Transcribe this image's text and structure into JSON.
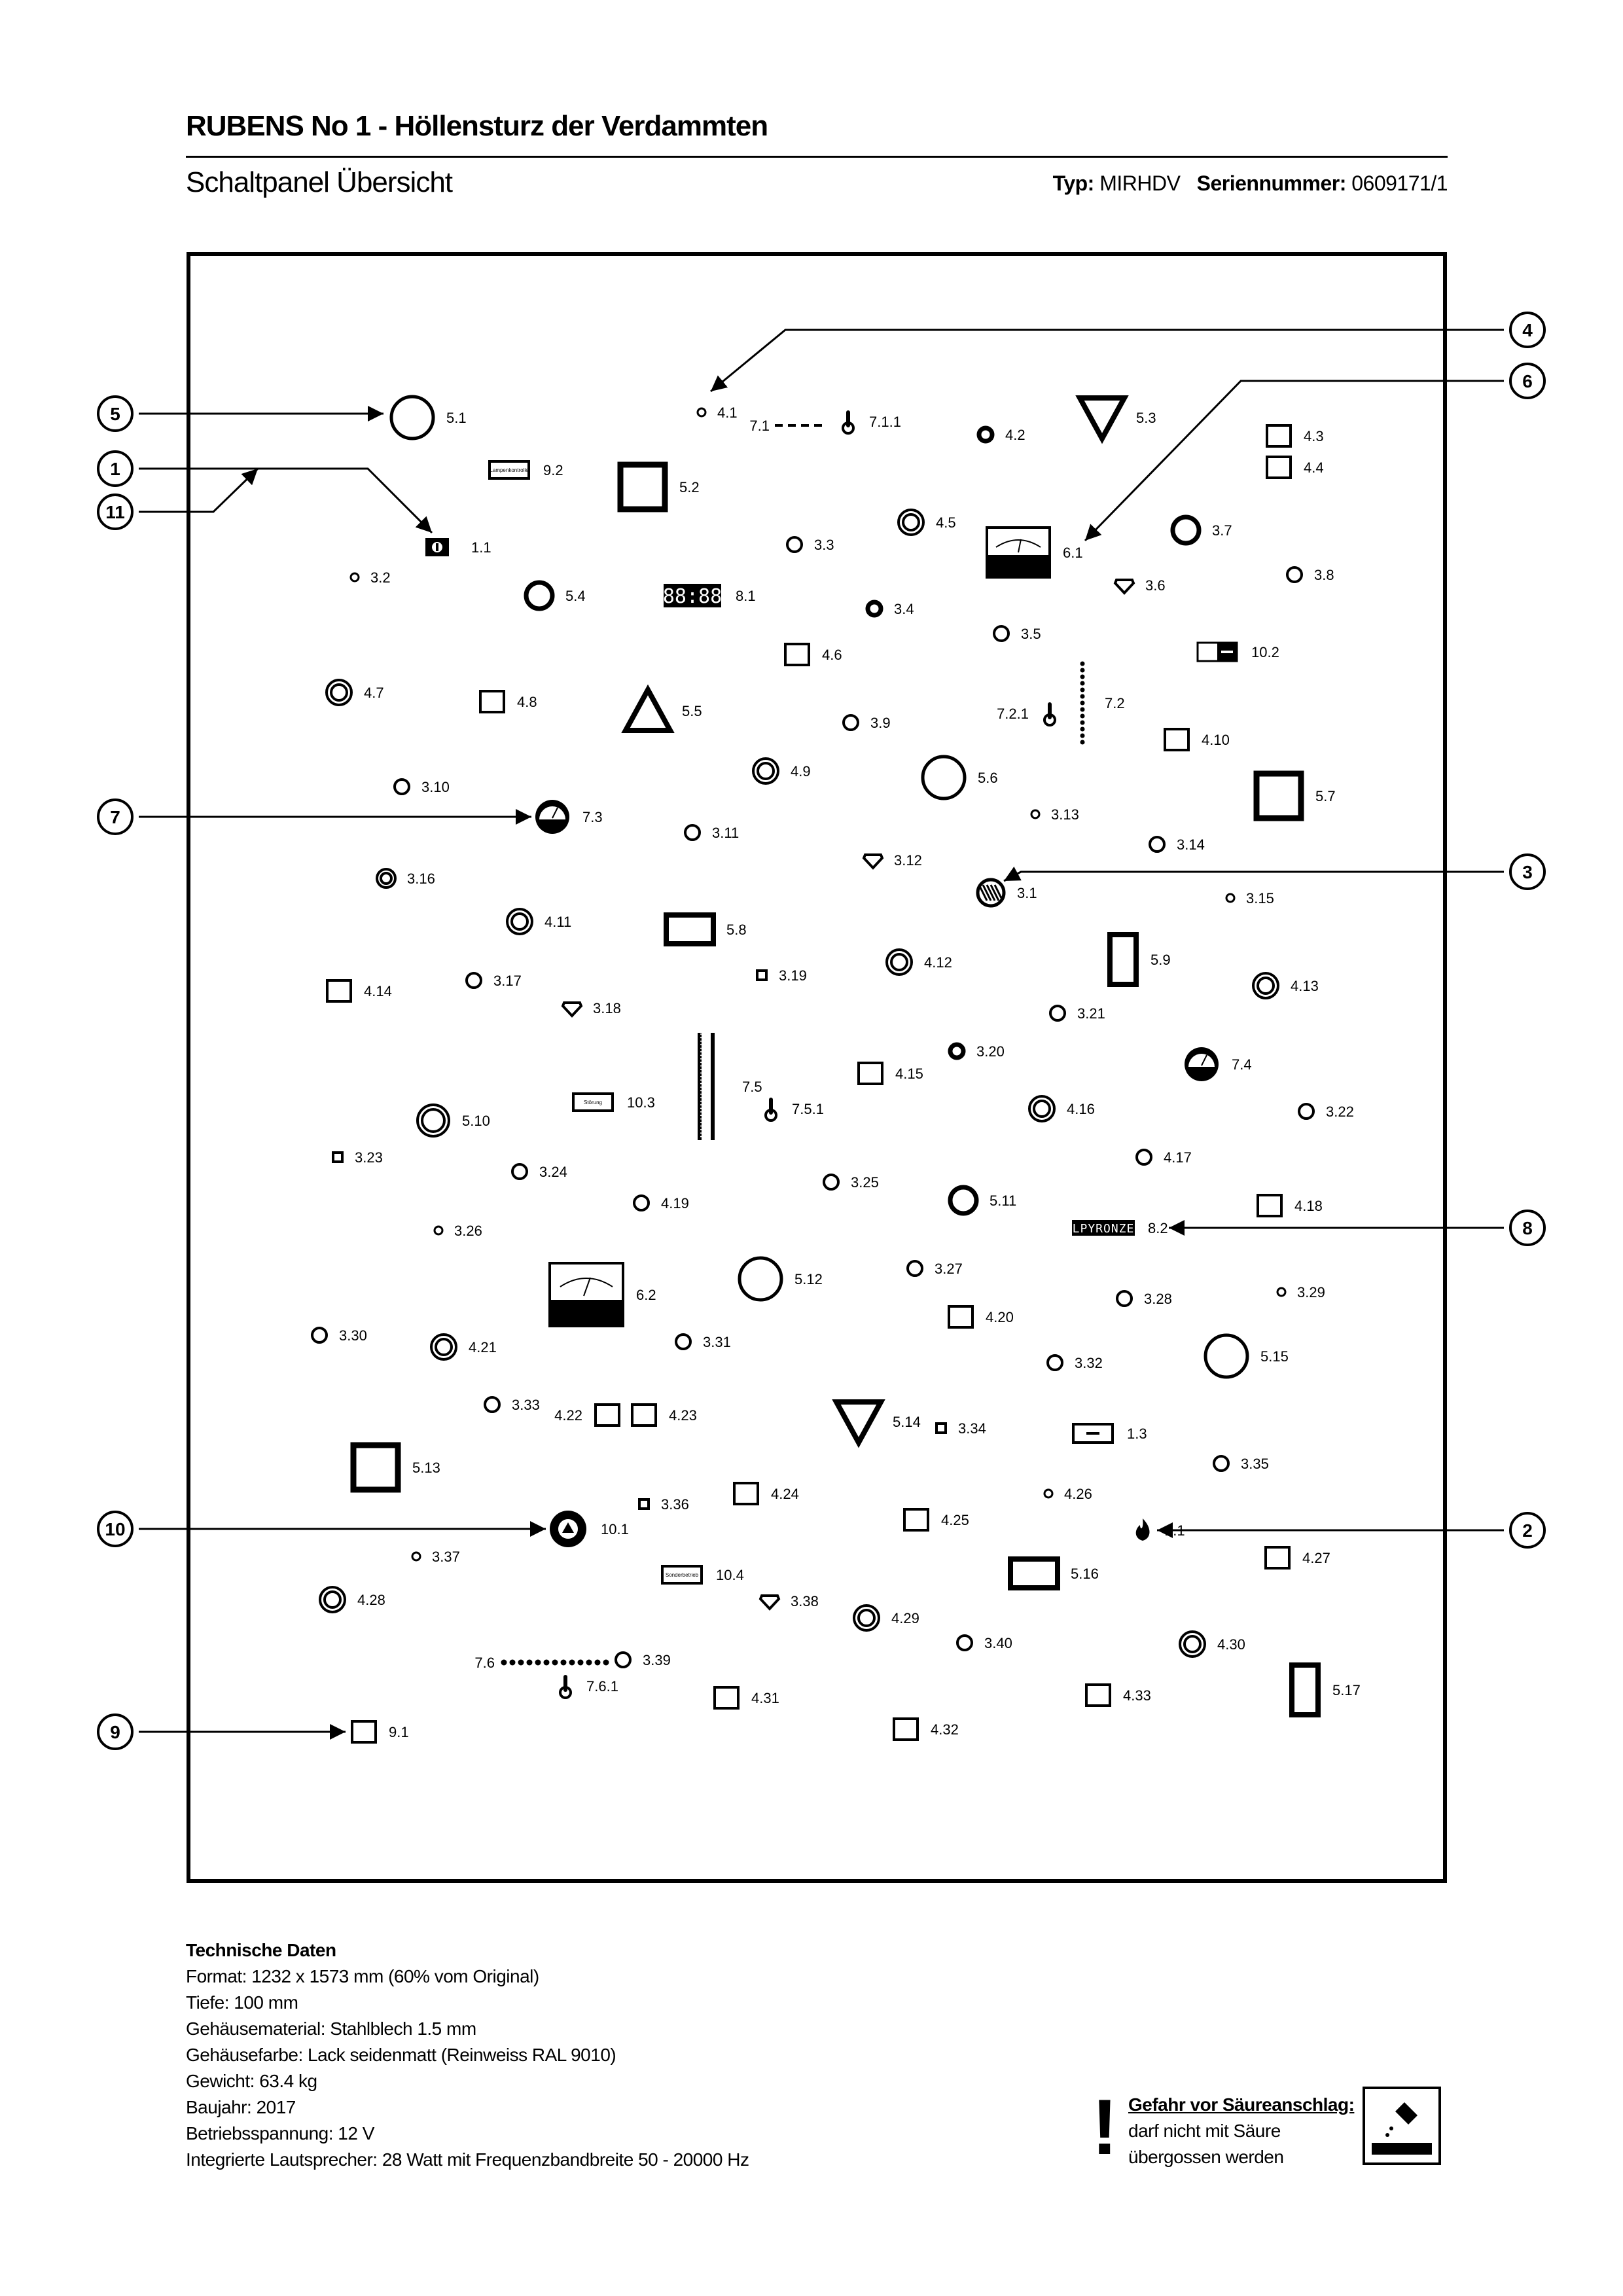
{
  "header": {
    "title": "RUBENS No 1 - Höllensturz der Verdammten",
    "subtitle": "Schaltpanel Übersicht",
    "type_label": "Typ:",
    "type_value": "MIRHDV",
    "serial_label": "Seriennummer:",
    "serial_value": "0609171/1"
  },
  "callouts": [
    "1",
    "2",
    "3",
    "4",
    "5",
    "6",
    "7",
    "8",
    "9",
    "10",
    "11"
  ],
  "panel": {
    "display_digits": "88:88",
    "scroll_display": "LPYRONZE",
    "small_labels": [
      "Lampenkontrolle",
      "Störung",
      "Sonderbetrieb"
    ],
    "components": [
      {
        "id": "1.1",
        "kind": "key"
      },
      {
        "id": "1.3",
        "kind": "keybox"
      },
      {
        "id": "2.1",
        "kind": "flame"
      },
      {
        "id": "3.1",
        "kind": "knob"
      },
      {
        "id": "3.2",
        "kind": "c-xs"
      },
      {
        "id": "3.3",
        "kind": "c-s"
      },
      {
        "id": "3.4",
        "kind": "c-s-bold"
      },
      {
        "id": "3.5",
        "kind": "c-s"
      },
      {
        "id": "3.6",
        "kind": "diamond"
      },
      {
        "id": "3.7",
        "kind": "c-m"
      },
      {
        "id": "3.8",
        "kind": "c-s"
      },
      {
        "id": "3.9",
        "kind": "c-s"
      },
      {
        "id": "3.10",
        "kind": "c-s"
      },
      {
        "id": "3.11",
        "kind": "c-s"
      },
      {
        "id": "3.12",
        "kind": "diamond"
      },
      {
        "id": "3.13",
        "kind": "c-xs"
      },
      {
        "id": "3.14",
        "kind": "c-s"
      },
      {
        "id": "3.15",
        "kind": "c-xs"
      },
      {
        "id": "3.16",
        "kind": "c-ring-s"
      },
      {
        "id": "3.17",
        "kind": "c-s"
      },
      {
        "id": "3.18",
        "kind": "diamond"
      },
      {
        "id": "3.19",
        "kind": "sq-xs"
      },
      {
        "id": "3.20",
        "kind": "c-s-bold"
      },
      {
        "id": "3.21",
        "kind": "c-s"
      },
      {
        "id": "3.22",
        "kind": "c-s"
      },
      {
        "id": "3.23",
        "kind": "sq-xs"
      },
      {
        "id": "3.24",
        "kind": "c-s"
      },
      {
        "id": "3.25",
        "kind": "c-s"
      },
      {
        "id": "3.26",
        "kind": "c-xs"
      },
      {
        "id": "3.27",
        "kind": "c-s"
      },
      {
        "id": "3.28",
        "kind": "c-s"
      },
      {
        "id": "3.29",
        "kind": "c-xs"
      },
      {
        "id": "3.30",
        "kind": "c-s"
      },
      {
        "id": "3.31",
        "kind": "c-s"
      },
      {
        "id": "3.32",
        "kind": "c-s"
      },
      {
        "id": "3.33",
        "kind": "c-s"
      },
      {
        "id": "3.34",
        "kind": "sq-xs"
      },
      {
        "id": "3.35",
        "kind": "c-s"
      },
      {
        "id": "3.36",
        "kind": "sq-xs"
      },
      {
        "id": "3.37",
        "kind": "c-xs"
      },
      {
        "id": "3.38",
        "kind": "diamond"
      },
      {
        "id": "3.39",
        "kind": "c-s"
      },
      {
        "id": "3.40",
        "kind": "c-s"
      },
      {
        "id": "4.1",
        "kind": "c-xs"
      },
      {
        "id": "4.2",
        "kind": "c-s-bold"
      },
      {
        "id": "4.3",
        "kind": "sq-s"
      },
      {
        "id": "4.4",
        "kind": "sq-s"
      },
      {
        "id": "4.5",
        "kind": "c-ring"
      },
      {
        "id": "4.6",
        "kind": "sq-s"
      },
      {
        "id": "4.7",
        "kind": "c-ring"
      },
      {
        "id": "4.8",
        "kind": "sq-s"
      },
      {
        "id": "4.9",
        "kind": "c-ring"
      },
      {
        "id": "4.10",
        "kind": "sq-s"
      },
      {
        "id": "4.11",
        "kind": "c-ring"
      },
      {
        "id": "4.12",
        "kind": "c-ring"
      },
      {
        "id": "4.13",
        "kind": "c-ring"
      },
      {
        "id": "4.14",
        "kind": "sq-s"
      },
      {
        "id": "4.15",
        "kind": "sq-s"
      },
      {
        "id": "4.16",
        "kind": "c-ring"
      },
      {
        "id": "4.17",
        "kind": "c-s"
      },
      {
        "id": "4.18",
        "kind": "sq-s"
      },
      {
        "id": "4.19",
        "kind": "c-s"
      },
      {
        "id": "4.20",
        "kind": "sq-s"
      },
      {
        "id": "4.21",
        "kind": "c-ring"
      },
      {
        "id": "4.22",
        "kind": "sq-s"
      },
      {
        "id": "4.23",
        "kind": "sq-s"
      },
      {
        "id": "4.24",
        "kind": "sq-s"
      },
      {
        "id": "4.25",
        "kind": "sq-s"
      },
      {
        "id": "4.26",
        "kind": "c-xs"
      },
      {
        "id": "4.27",
        "kind": "sq-s"
      },
      {
        "id": "4.28",
        "kind": "c-ring"
      },
      {
        "id": "4.29",
        "kind": "c-ring"
      },
      {
        "id": "4.30",
        "kind": "c-ring"
      },
      {
        "id": "4.31",
        "kind": "sq-s"
      },
      {
        "id": "4.32",
        "kind": "sq-s"
      },
      {
        "id": "4.33",
        "kind": "sq-s"
      },
      {
        "id": "5.1",
        "kind": "c-l"
      },
      {
        "id": "5.2",
        "kind": "sq-l"
      },
      {
        "id": "5.3",
        "kind": "tri-down"
      },
      {
        "id": "5.4",
        "kind": "c-m"
      },
      {
        "id": "5.5",
        "kind": "tri-up"
      },
      {
        "id": "5.6",
        "kind": "c-l"
      },
      {
        "id": "5.7",
        "kind": "sq-l"
      },
      {
        "id": "5.8",
        "kind": "rect-w"
      },
      {
        "id": "5.9",
        "kind": "rect-t"
      },
      {
        "id": "5.10",
        "kind": "c-ring-l"
      },
      {
        "id": "5.11",
        "kind": "c-m"
      },
      {
        "id": "5.12",
        "kind": "c-l"
      },
      {
        "id": "5.13",
        "kind": "sq-l"
      },
      {
        "id": "5.14",
        "kind": "tri-down"
      },
      {
        "id": "5.15",
        "kind": "c-l"
      },
      {
        "id": "5.16",
        "kind": "rect-w"
      },
      {
        "id": "5.17",
        "kind": "rect-t"
      },
      {
        "id": "6.1",
        "kind": "meter"
      },
      {
        "id": "6.2",
        "kind": "meter-l"
      },
      {
        "id": "7.1",
        "kind": "led-h"
      },
      {
        "id": "7.1.1",
        "kind": "thermo"
      },
      {
        "id": "7.2",
        "kind": "led-v"
      },
      {
        "id": "7.2.1",
        "kind": "thermo"
      },
      {
        "id": "7.3",
        "kind": "gauge"
      },
      {
        "id": "7.4",
        "kind": "gauge"
      },
      {
        "id": "7.5",
        "kind": "bars"
      },
      {
        "id": "7.5.1",
        "kind": "thermo"
      },
      {
        "id": "7.6",
        "kind": "led-dots"
      },
      {
        "id": "7.6.1",
        "kind": "thermo"
      },
      {
        "id": "8.1",
        "kind": "seg"
      },
      {
        "id": "8.2",
        "kind": "scroll"
      },
      {
        "id": "9.1",
        "kind": "sq-s"
      },
      {
        "id": "9.2",
        "kind": "label-lamp"
      },
      {
        "id": "10.1",
        "kind": "speaker"
      },
      {
        "id": "10.2",
        "kind": "switch"
      },
      {
        "id": "10.3",
        "kind": "label-stoer"
      },
      {
        "id": "10.4",
        "kind": "label-sonder"
      }
    ]
  },
  "tech": {
    "heading": "Technische Daten",
    "lines": [
      "Format: 1232 x 1573 mm (60% vom Original)",
      "Tiefe: 100 mm",
      "Gehäusematerial: Stahlblech 1.5 mm",
      "Gehäusefarbe: Lack seidenmatt (Reinweiss RAL 9010)",
      "Gewicht: 63.4 kg",
      "Baujahr: 2017",
      "Betriebsspannung: 12 V",
      "Integrierte Lautsprecher: 28 Watt mit Frequenzbandbreite 50 - 20000 Hz"
    ]
  },
  "warning": {
    "heading": "Gefahr vor Säureanschlag:",
    "lines": [
      "darf nicht mit Säure",
      "übergossen werden"
    ],
    "icon": "acid-hazard-icon"
  }
}
